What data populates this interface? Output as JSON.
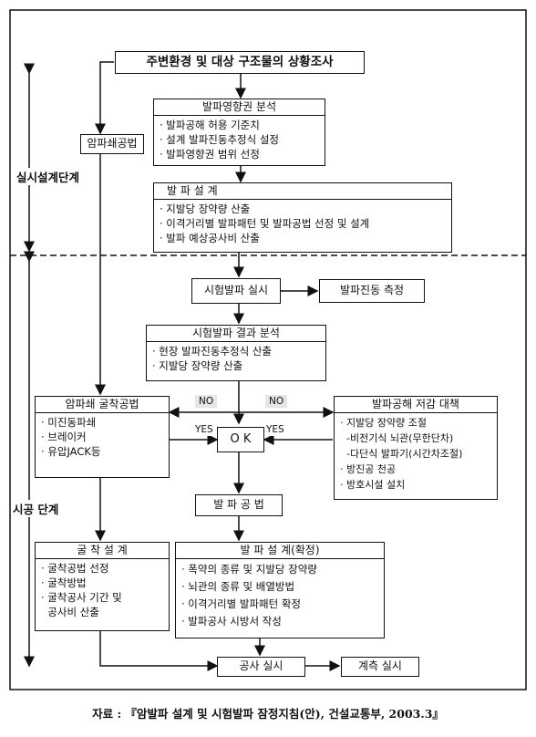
{
  "title": "주변환경 및 대상 구조물의 상황조사",
  "phases": {
    "design": "실시설계단계",
    "construction": "시공 단계"
  },
  "blast_zone": {
    "header": "발파영향권 분석",
    "items": [
      "· 발파공해 허용 기준치",
      "· 설계 발파진동추정식 설정",
      "· 발파영향권 범위 선정"
    ]
  },
  "rock_breaking_method": "암파쇄공법",
  "blast_design": {
    "header": "발 파 설 계",
    "items": [
      "· 지발당 장약량 산출",
      "· 이격거리별 발파패턴 및 발파공법 선정 및 설계",
      "· 발파 예상공사비 산출"
    ]
  },
  "test_blast": "시험발파 실시",
  "vibration_measure": "발파진동 측정",
  "test_analysis": {
    "header": "시험발파 결과 분석",
    "items": [
      "· 현장 발파진동추정식 산출",
      "· 지발당 장약량 산출"
    ]
  },
  "excavation_method": {
    "header": "암파쇄 굴착공법",
    "items": [
      "· 미진동파쇄",
      "· 브레이커",
      "· 유압JACK등"
    ]
  },
  "countermeasure": {
    "header": "발파공해 저감 대책",
    "items": [
      "· 지발당 장약량 조절",
      "  -비전기식 뇌관(무한단차)",
      "  -다단식 발파기(시간차조절)",
      "· 방진공 천공",
      "· 방호시설 설치"
    ]
  },
  "decision": {
    "ok": "O K",
    "no_left": "NO",
    "no_right": "NO",
    "yes_left": "YES",
    "yes_right": "YES"
  },
  "blast_method": "발 파 공 법",
  "excavation_design": {
    "header": "굴 착 설 계",
    "items": [
      "· 굴착공법 선정",
      "· 굴착방법",
      "· 굴착공사 기간 및",
      "  공사비 산출"
    ]
  },
  "final_design": {
    "header": "발 파 설 계(확정)",
    "items": [
      "· 폭약의 종류 및 지발당 장약량",
      "· 뇌관의 종류 및 배열방법",
      "· 이격거리별 발파패턴 확정",
      "· 발파공사 시방서 작성"
    ]
  },
  "construction": "공사 실시",
  "measurement": "계측 실시",
  "caption": "자료 : 『암발파 설계 및 시험발파 잠정지침(안), 건설교통부, 2003.3』"
}
